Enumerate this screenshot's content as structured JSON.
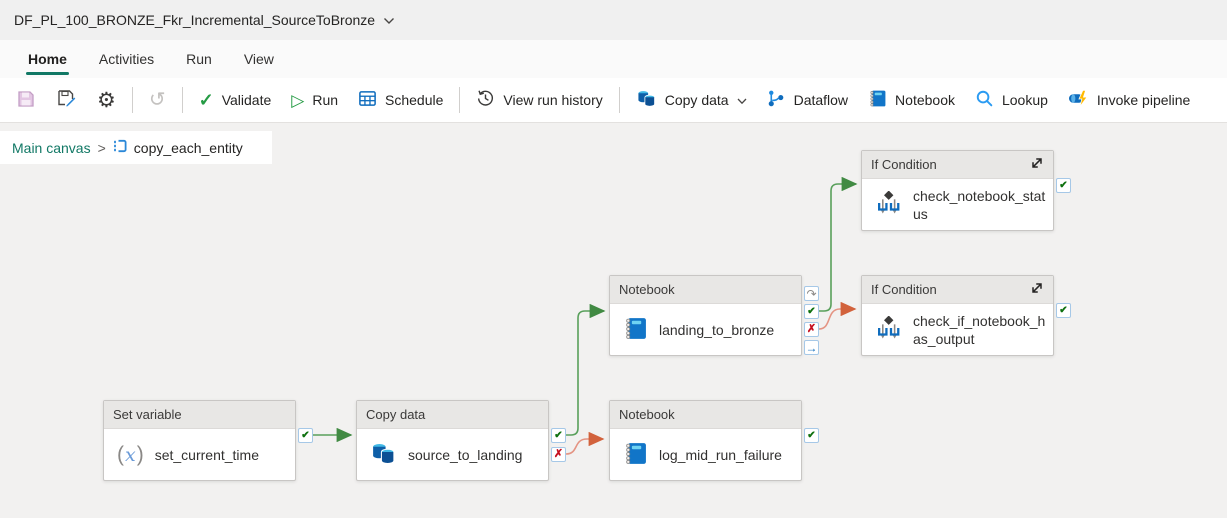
{
  "title_bar": {
    "pipeline_name": "DF_PL_100_BRONZE_Fkr_Incremental_SourceToBronze"
  },
  "tabs": {
    "home": "Home",
    "activities": "Activities",
    "run": "Run",
    "view": "View"
  },
  "toolbar": {
    "validate": "Validate",
    "run": "Run",
    "schedule": "Schedule",
    "view_run_history": "View run history",
    "copy_data": "Copy data",
    "dataflow": "Dataflow",
    "notebook": "Notebook",
    "lookup": "Lookup",
    "invoke_pipeline": "Invoke pipeline"
  },
  "breadcrumb": {
    "root": "Main canvas",
    "separator": ">",
    "current": "copy_each_entity"
  },
  "canvas": {
    "nodes": {
      "set_variable": {
        "type": "Set variable",
        "name": "set_current_time"
      },
      "copy_data": {
        "type": "Copy data",
        "name": "source_to_landing"
      },
      "notebook_landing": {
        "type": "Notebook",
        "name": "landing_to_bronze"
      },
      "notebook_log": {
        "type": "Notebook",
        "name": "log_mid_run_failure"
      },
      "if_check_status": {
        "type": "If Condition",
        "name": "check_notebook_status"
      },
      "if_check_output": {
        "type": "If Condition",
        "name": "check_if_notebook_has_output"
      }
    },
    "colors": {
      "success_line": "#59a05b",
      "failure_line": "#e49483",
      "accent": "#117865"
    }
  }
}
